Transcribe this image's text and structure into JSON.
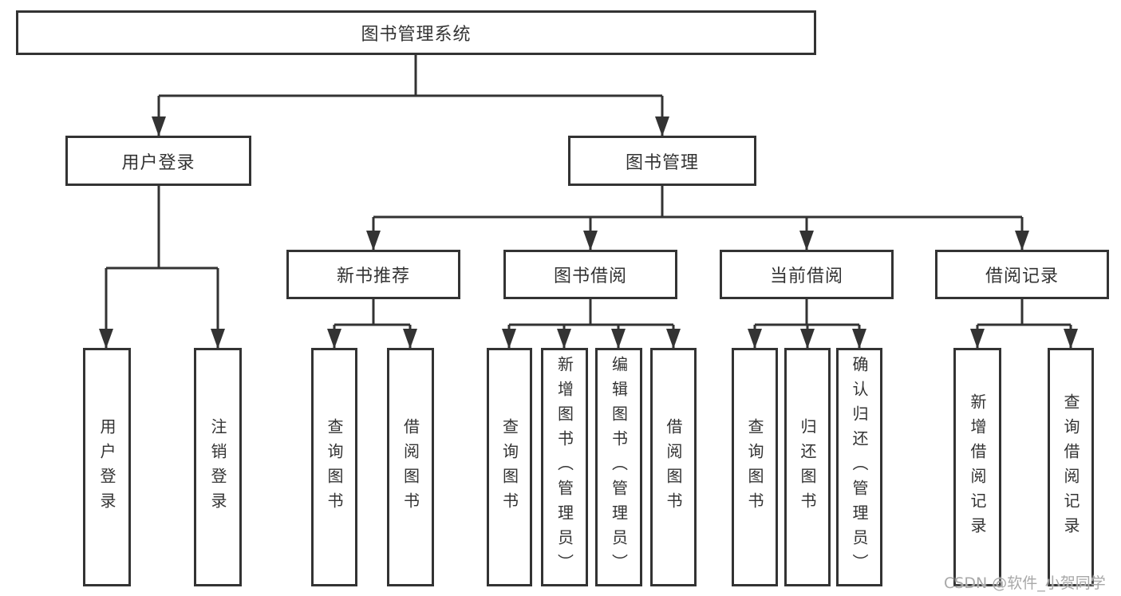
{
  "tree": {
    "root": {
      "label": "图书管理系统"
    },
    "login": {
      "label": "用户登录",
      "children": [
        {
          "label": "用户登录"
        },
        {
          "label": "注销登录"
        }
      ]
    },
    "management": {
      "label": "图书管理",
      "groups": [
        {
          "label": "新书推荐",
          "children": [
            {
              "label": "查询图书"
            },
            {
              "label": "借阅图书"
            }
          ]
        },
        {
          "label": "图书借阅",
          "children": [
            {
              "label": "查询图书"
            },
            {
              "label": "新增图书（管理员）"
            },
            {
              "label": "编辑图书（管理员）"
            },
            {
              "label": "借阅图书"
            }
          ]
        },
        {
          "label": "当前借阅",
          "children": [
            {
              "label": "查询图书"
            },
            {
              "label": "归还图书"
            },
            {
              "label": "确认归还（管理员）"
            }
          ]
        },
        {
          "label": "借阅记录",
          "children": [
            {
              "label": "新增借阅记录"
            },
            {
              "label": "查询借阅记录"
            }
          ]
        }
      ]
    }
  },
  "watermark": {
    "text": "CSDN @软件_小贺同学"
  },
  "colors": {
    "line": "#333333",
    "text": "#333333",
    "box_background": "#ffffff",
    "watermark": "#a8a8a8",
    "background": "#ffffff"
  }
}
